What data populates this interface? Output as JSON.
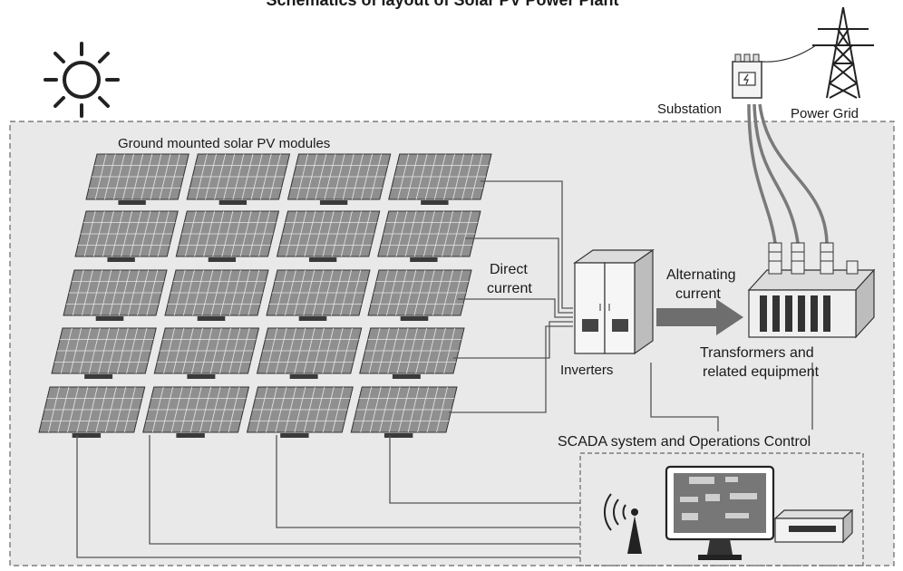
{
  "title": "Schematics of layout of Solar PV Power Plant",
  "labels": {
    "modules": "Ground mounted solar PV modules",
    "dc_line1": "Direct",
    "dc_line2": "current",
    "ac_line1": "Alternating",
    "ac_line2": "current",
    "inverters": "Inverters",
    "transformers_line1": "Transformers and",
    "transformers_line2": "related equipment",
    "substation": "Substation",
    "power_grid": "Power Grid",
    "scada": "SCADA system and Operations Control"
  },
  "colors": {
    "panel_fill": "#8f8f8f",
    "panel_grid": "#e6e6e6",
    "frame_fill": "#e9e9e9",
    "wire": "#555555",
    "arrow": "#6e6e6e",
    "cable": "#7a7a7a"
  },
  "icons": {
    "sun": "sun-icon",
    "substation": "substation-icon",
    "tower": "transmission-tower-icon",
    "antenna": "antenna-icon",
    "monitor": "monitor-icon",
    "server": "server-box-icon"
  }
}
